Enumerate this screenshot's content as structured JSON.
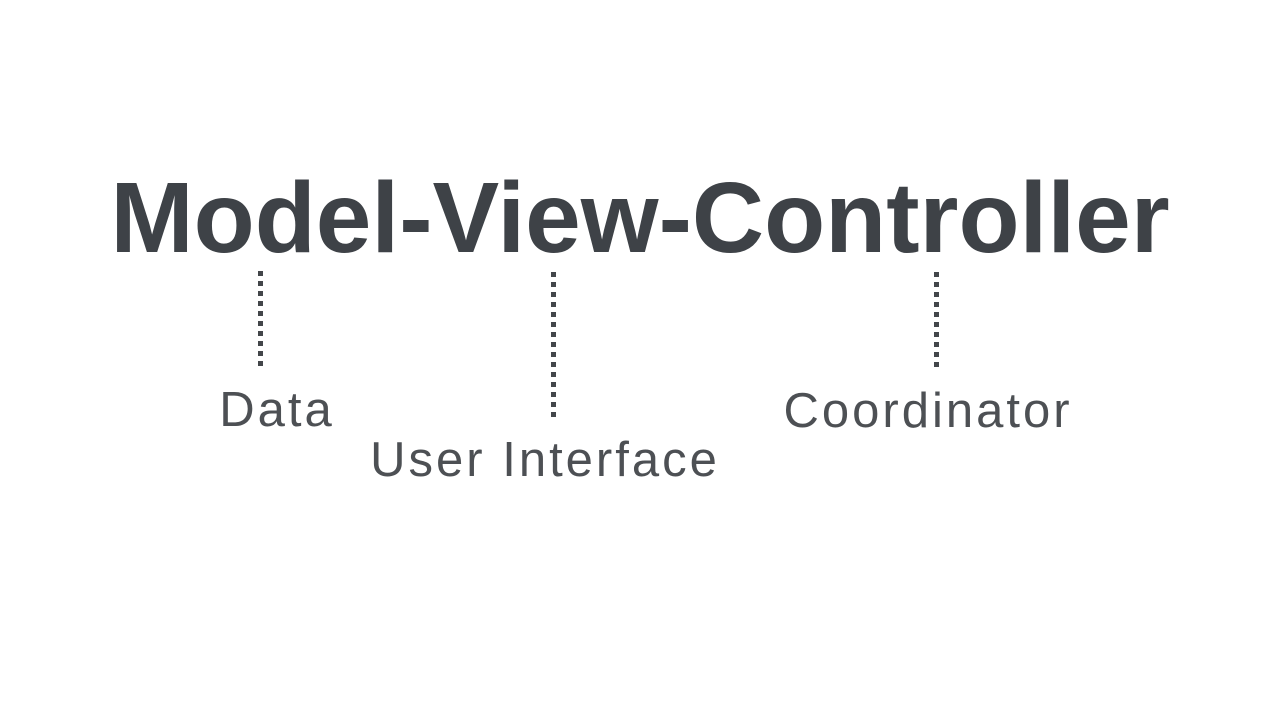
{
  "slide": {
    "title": "Model-View-Controller",
    "annotations": [
      {
        "word": "Model",
        "label": "Data"
      },
      {
        "word": "View",
        "label": "User Interface"
      },
      {
        "word": "Controller",
        "label": "Coordinator"
      }
    ],
    "colors": {
      "background": "#ffffff",
      "title_ink": "#3e4247",
      "connector_ink": "#43464a",
      "label_ink": "#4d5054"
    },
    "connector_style": "dotted-vertical"
  }
}
